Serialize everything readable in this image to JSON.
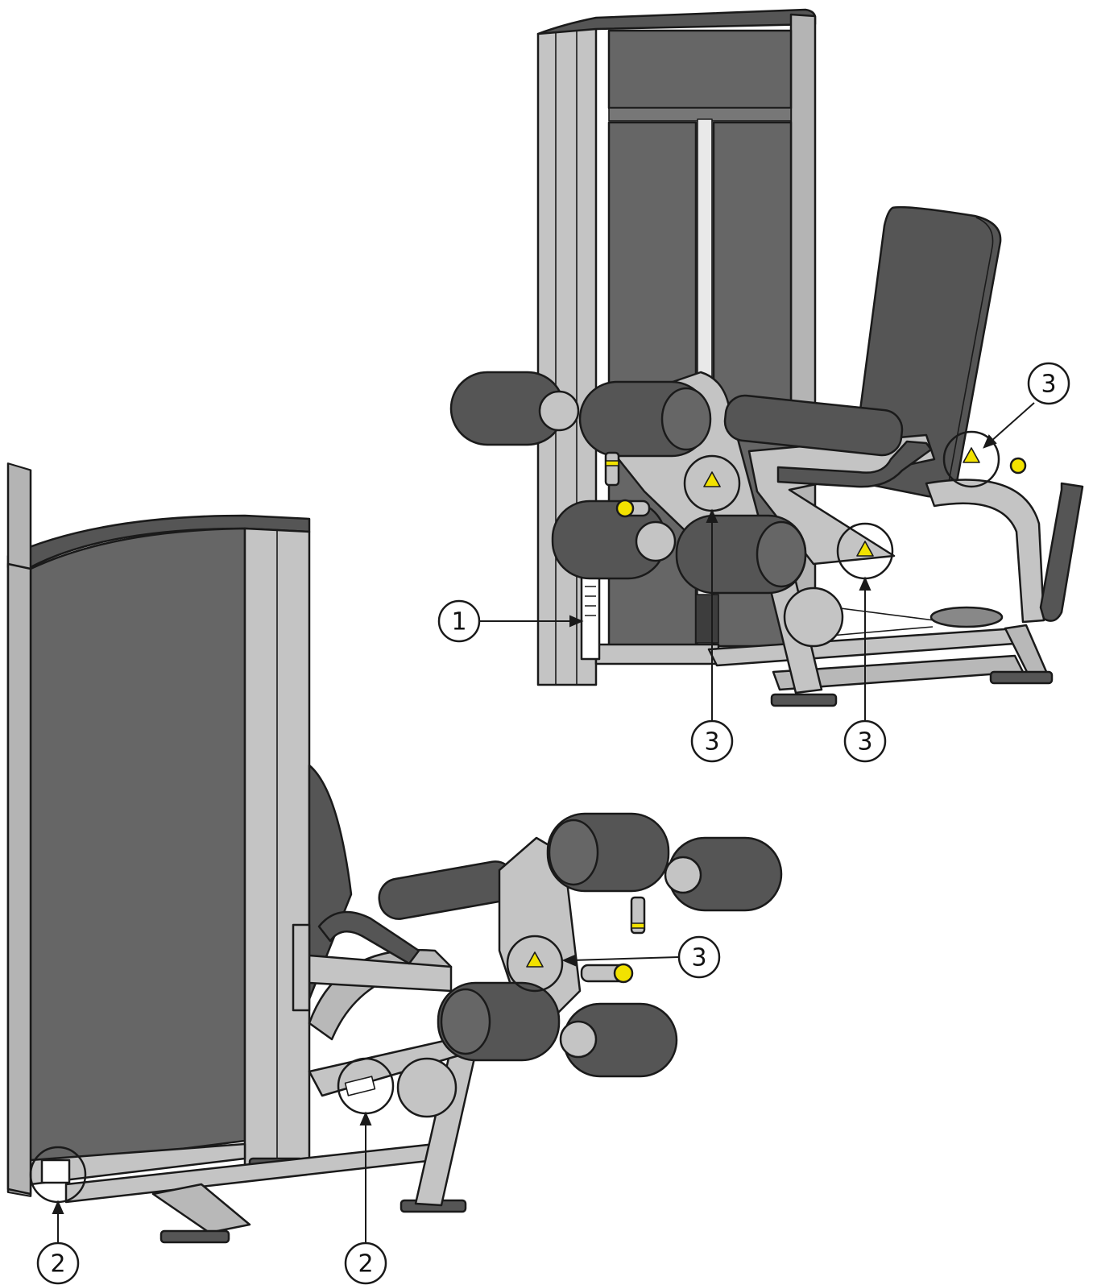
{
  "colors": {
    "frame_light": "#c4c4c4",
    "frame_mid": "#a9a9a9",
    "panel_dark": "#666666",
    "pad_dark": "#555555",
    "pad_shadow": "#3d3d3d",
    "accent_yellow": "#f2e200",
    "line": "#1a1a1a",
    "background": "#ffffff"
  },
  "icons": {
    "warning_label": "warning-decal-icon",
    "circled_highlight": "circle-highlight-icon"
  },
  "callouts": [
    {
      "id": "c1",
      "label": "1",
      "refers_to": "instruction-placard"
    },
    {
      "id": "c3a",
      "label": "3",
      "refers_to": "warning-decal-seat-pivot"
    },
    {
      "id": "c3b",
      "label": "3",
      "refers_to": "warning-decal-arm-pivot"
    },
    {
      "id": "c3c",
      "label": "3",
      "refers_to": "warning-decal-base"
    },
    {
      "id": "c3d",
      "label": "3",
      "refers_to": "warning-decal-arm-rear"
    },
    {
      "id": "c2a",
      "label": "2",
      "refers_to": "serial-label-frame"
    },
    {
      "id": "c2b",
      "label": "2",
      "refers_to": "serial-label-base"
    }
  ]
}
